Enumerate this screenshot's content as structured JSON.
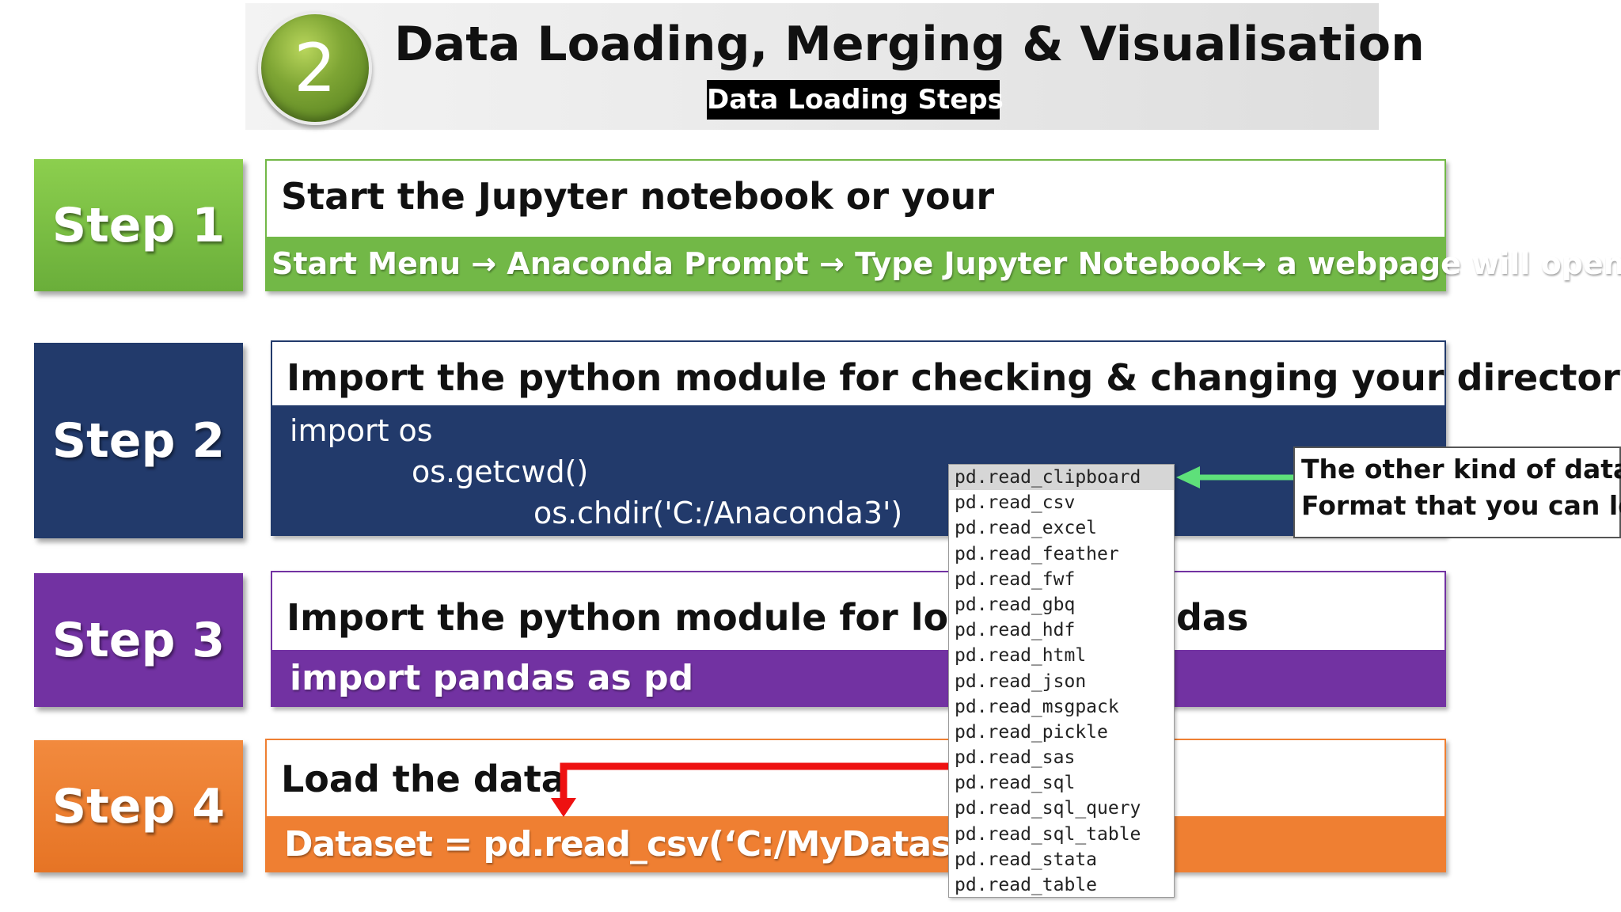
{
  "header": {
    "number": "2",
    "title": "Data Loading, Merging & Visualisation",
    "subtitle": "Data Loading Steps"
  },
  "steps": [
    {
      "label": "Step 1",
      "title": "Start the Jupyter notebook or your",
      "bar": "Start Menu  → Anaconda Prompt  → Type Jupyter Notebook→ a webpage will open",
      "color": "#72b847"
    },
    {
      "label": "Step 2",
      "title": "Import the python module for checking & changing your directory",
      "code": [
        "import os",
        "os.getcwd()",
        "os.chdir('C:/Anaconda3')"
      ],
      "color": "#223a6b"
    },
    {
      "label": "Step 3",
      "title": "Import the python module for loading",
      "title_tail": "das",
      "bar": "import pandas as pd",
      "color": "#7232a2"
    },
    {
      "label": "Step 4",
      "title": "Load the data",
      "bar": "Dataset = pd.read_csv(‘C:/MyDataset.csv’)",
      "color": "#ef7f32"
    }
  ],
  "autocomplete": {
    "selected_index": 0,
    "items": [
      "pd.read_clipboard",
      "pd.read_csv",
      "pd.read_excel",
      "pd.read_feather",
      "pd.read_fwf",
      "pd.read_gbq",
      "pd.read_hdf",
      "pd.read_html",
      "pd.read_json",
      "pd.read_msgpack",
      "pd.read_pickle",
      "pd.read_sas",
      "pd.read_sql",
      "pd.read_sql_query",
      "pd.read_sql_table",
      "pd.read_stata",
      "pd.read_table"
    ]
  },
  "callout": {
    "line1": "The other kind of data",
    "line2": "Format  that you can load"
  },
  "colors": {
    "green_arrow": "#5ee07a",
    "red_arrow": "#ee1111"
  }
}
